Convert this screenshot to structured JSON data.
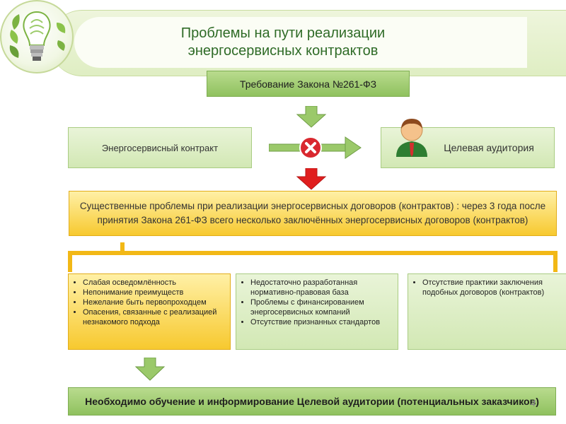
{
  "title_line1": "Проблемы на пути реализации",
  "title_line2": "энергосервисных контрактов",
  "requirement": "Требование Закона №261-ФЗ",
  "contract": "Энергосервисный контракт",
  "audience": "Целевая аудитория",
  "problem": "Существенные проблемы при реализации энергосервисных договоров (контрактов) : через  3 года после принятия Закона 261-ФЗ всего несколько заключённых  энергосервисных договоров (контрактов)",
  "columns": [
    {
      "items": [
        "Слабая осведомлённость",
        "Непонимание преимуществ",
        "Нежелание быть первопроходцем",
        "Опасения, связанные с реализацией незнакомого подхода"
      ]
    },
    {
      "items": [
        "Недостаточно разработанная нормативно-правовая база",
        "Проблемы с финансированием энергосервисных компаний",
        "Отсутствие признанных стандартов"
      ]
    },
    {
      "items": [
        "Отсутствие практики заключения подобных договоров (контрактов)"
      ]
    }
  ],
  "conclusion": "Необходимо обучение и информирование Целевой аудитории (потенциальных заказчиков)",
  "page_number": "4",
  "icons": [
    "eco-bulb-logo-icon",
    "down-arrow-icon",
    "right-arrow-icon",
    "blocked-x-icon",
    "person-icon"
  ],
  "colors": {
    "title": "#2f6b27",
    "green_box": "#9ccb6a",
    "yellow_box": "#f7c92f",
    "red_arrow": "#e01e1e",
    "block_icon": "#d9282f"
  }
}
